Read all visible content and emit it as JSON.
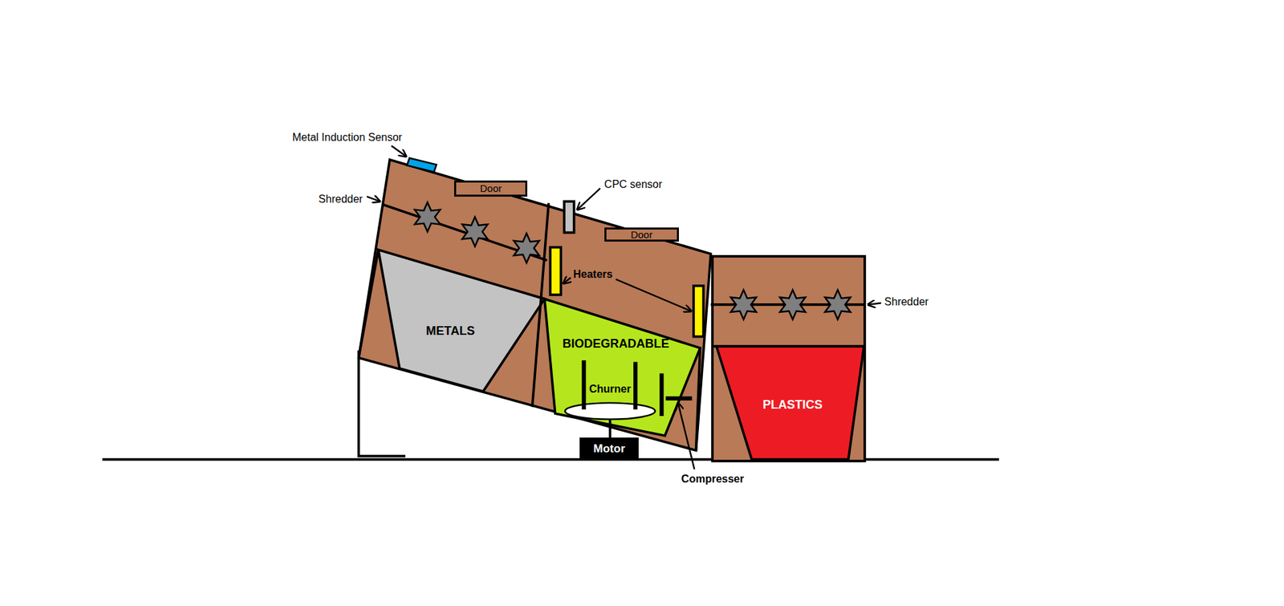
{
  "diagram": {
    "nodes": [
      {
        "text": [
          "Door"
        ]
      },
      {
        "text": [
          "Door"
        ]
      },
      {
        "text": [
          "METALS"
        ]
      },
      {
        "text": [
          "BIODEGRADABLE"
        ]
      },
      {
        "text": [
          "Motor"
        ]
      },
      {
        "text": [
          "PLASTICS"
        ]
      }
    ],
    "labels": [
      "Metal Induction Sensor",
      "Shredder",
      "CPC sensor",
      "Heaters",
      "Shredder",
      "Churner",
      "Compresser"
    ]
  }
}
